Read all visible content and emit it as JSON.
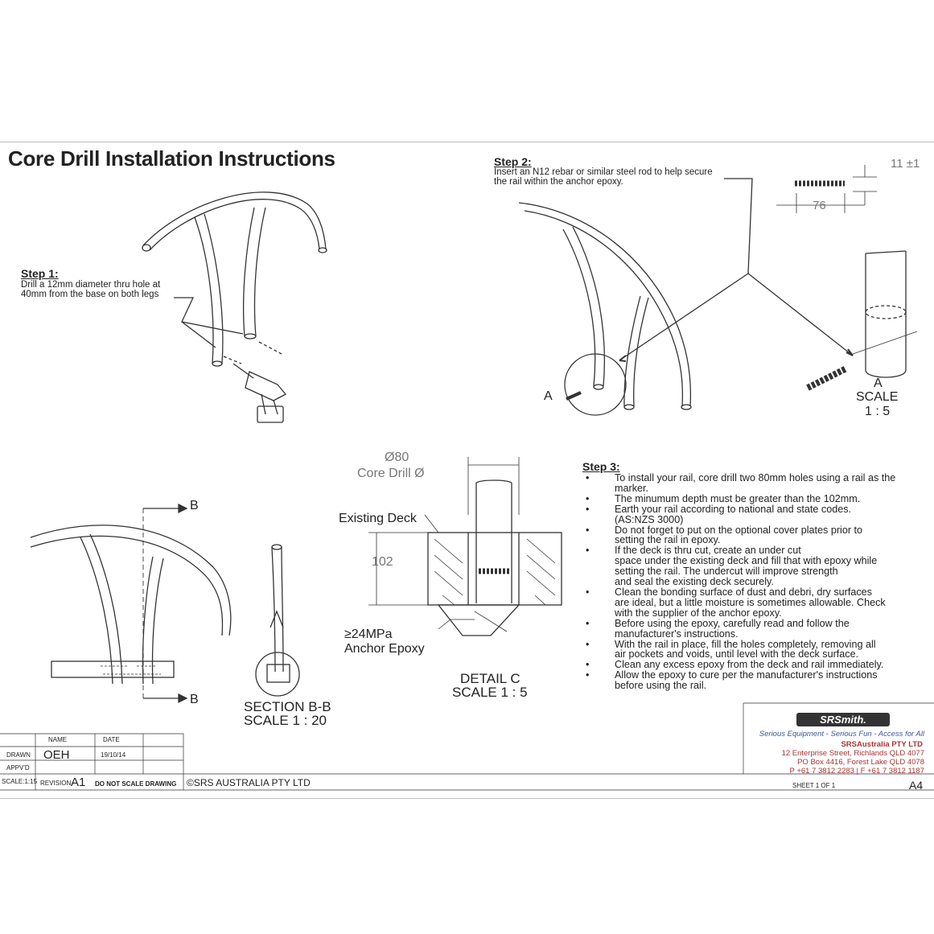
{
  "title": "Core Drill Installation Instructions",
  "step1": {
    "heading": "Step 1:",
    "line1": "Drill a 12mm diameter thru hole at",
    "line2": "40mm from the base on both legs"
  },
  "step2": {
    "heading": "Step 2:",
    "line1": "Insert an N12 rebar or similar steel rod to help secure",
    "line2": "the rail within the anchor epoxy.",
    "dim_11": "11",
    "dim_11_tol": "±1",
    "dim_76": "76",
    "detail_label": "A",
    "view_label": "A",
    "view_scale_1": "SCALE",
    "view_scale_2": "1 : 5"
  },
  "section": {
    "marker_top": "B",
    "marker_bottom": "B",
    "label": "SECTION B-B",
    "scale": "SCALE 1 : 20"
  },
  "detail_c": {
    "dia": "Ø80",
    "core": "Core Drill Ø",
    "deck": "Existing Deck",
    "depth": "102",
    "epoxy1": "≥24MPa",
    "epoxy2": "Anchor Epoxy",
    "label": "DETAIL C",
    "scale": "SCALE 1 : 5"
  },
  "step3": {
    "heading": "Step 3:",
    "lines": [
      {
        "text": "To install your rail, core drill two 80mm holes using a rail as the",
        "bullet": true
      },
      {
        "text": "marker.",
        "bullet": false
      },
      {
        "text": "The minumum depth must be greater than the 102mm.",
        "bullet": true
      },
      {
        "text": "Earth your rail according to national and state codes.",
        "bullet": true
      },
      {
        "text": "(AS:NZS 3000)",
        "bullet": false
      },
      {
        "text": "Do not forget to put on the optional cover plates prior to",
        "bullet": true
      },
      {
        "text": "setting the rail in epoxy.",
        "bullet": false
      },
      {
        "text": "If the deck is thru cut, create an under cut",
        "bullet": true
      },
      {
        "text": "space under the existing deck and fill that with epoxy while",
        "bullet": false
      },
      {
        "text": "setting the rail. The undercut will improve strength",
        "bullet": false
      },
      {
        "text": "and seal the existing deck securely.",
        "bullet": false
      },
      {
        "text": "Clean the bonding surface of dust and debri, dry surfaces",
        "bullet": true
      },
      {
        "text": "are ideal, but a little moisture is sometimes allowable. Check",
        "bullet": false
      },
      {
        "text": "with the supplier of the anchor epoxy.",
        "bullet": false
      },
      {
        "text": "Before using the epoxy, carefully read and follow the",
        "bullet": true
      },
      {
        "text": "manufacturer's instructions.",
        "bullet": false
      },
      {
        "text": "With the rail in place, fill the holes completely, removing all",
        "bullet": true
      },
      {
        "text": "air pockets and voids, until level with the deck surface.",
        "bullet": false
      },
      {
        "text": "Clean any excess epoxy from the deck and rail immediately.",
        "bullet": true
      },
      {
        "text": "Allow the epoxy to cure per the manufacturer's instructions",
        "bullet": true
      },
      {
        "text": "before using the rail.",
        "bullet": false
      }
    ]
  },
  "title_block": {
    "name_hdr": "NAME",
    "date_hdr": "DATE",
    "drawn_lbl": "DRAWN",
    "drawn_name": "OEH",
    "drawn_date": "19/10/14",
    "apprvd_lbl": "APPV'D",
    "scale_lbl": "SCALE:1:15",
    "revision_lbl": "REVISION",
    "revision_val": "A1",
    "note": "DO NOT SCALE DRAWING",
    "copyright": "©SRS AUSTRALIA PTY LTD",
    "sheet": "SHEET 1 OF 1",
    "size": "A4"
  },
  "company": {
    "logo": "SRSmith.",
    "tagline": "Serious Equipment - Serious Fun - Access for All",
    "name": "SRSAustralia PTY LTD",
    "addr1": "12 Enterprise Street, Richlands QLD 4077",
    "addr2": "PO Box 4416, Forest Lake QLD 4078",
    "phone": "P +61 7 3812 2283 | F +61 7 3812 1187"
  },
  "colors": {
    "line": "#333333",
    "tagline": "#3a5a9a",
    "address": "#a33333"
  }
}
